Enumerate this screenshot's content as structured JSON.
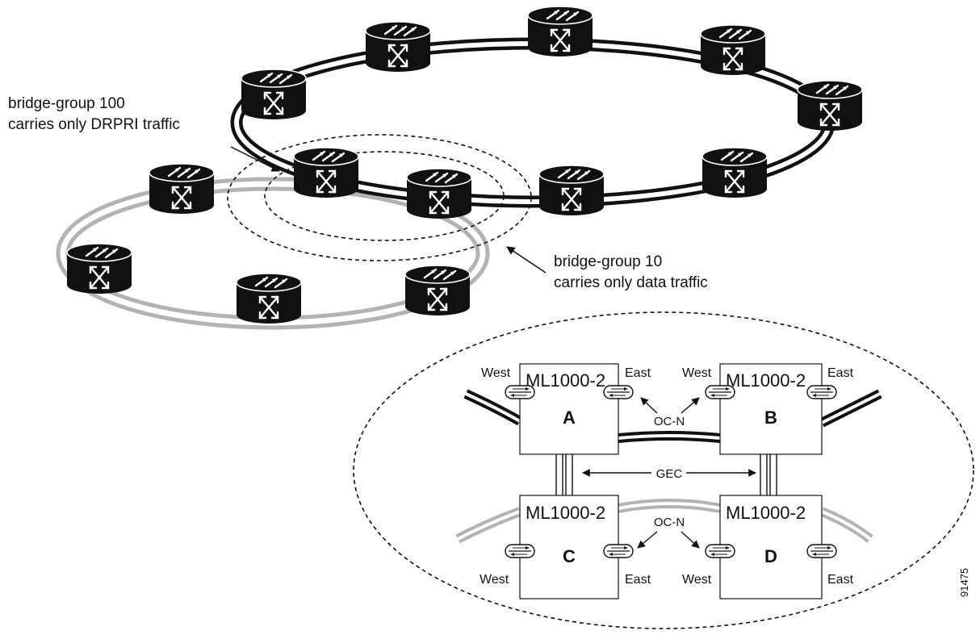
{
  "annotations": {
    "bg100_line1": "bridge-group 100",
    "bg100_line2": "carries only DRPRI traffic",
    "bg10_line1": "bridge-group 10",
    "bg10_line2": "carries only data traffic"
  },
  "cards": [
    {
      "id": "A",
      "model": "ML1000-2",
      "west": "West",
      "east": "East"
    },
    {
      "id": "B",
      "model": "ML1000-2",
      "west": "West",
      "east": "East"
    },
    {
      "id": "C",
      "model": "ML1000-2",
      "west": "West",
      "east": "East"
    },
    {
      "id": "D",
      "model": "ML1000-2",
      "west": "West",
      "east": "East"
    }
  ],
  "links": {
    "ocn_top": "OC-N",
    "ocn_bottom": "OC-N",
    "gec": "GEC"
  },
  "figure_number": "91475",
  "colors": {
    "black_ring": "#111111",
    "gray_ring": "#b3b3b3",
    "router_fill": "#111111",
    "router_symbol": "#ffffff"
  },
  "icons": {
    "router": "router-icon",
    "port": "port-icon"
  }
}
